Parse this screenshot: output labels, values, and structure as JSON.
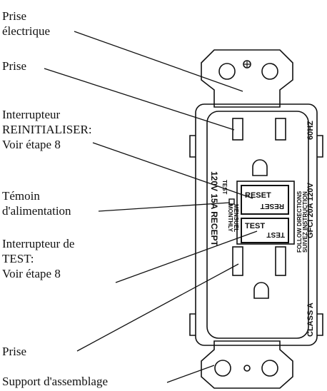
{
  "labels": {
    "receptacle_l1": "Prise",
    "receptacle_l2": "électrique",
    "outlet_top": "Prise",
    "reset_switch_l1": "Interrupteur",
    "reset_switch_l2": "REINITIALISER:",
    "reset_switch_l3": "Voir étape 8",
    "power_light_l1": "Témoin",
    "power_light_l2": "d'alimentation",
    "test_switch_l1": "Interrupteur de",
    "test_switch_l2": "TEST:",
    "test_switch_l3": "Voir étape 8",
    "outlet_bottom": "Prise",
    "mounting_bracket": "Support d'assemblage"
  },
  "device_text": {
    "left_vertical": "120V 15A RECEPT",
    "test_small": "TEST",
    "monthly": "MONTHLY",
    "mensuel": "MENSUEL",
    "reset": "RESET",
    "test": "TEST",
    "follow_directions": "FOLLOW DIRECTIONS",
    "suivez_instruction": "SUIVEZ INSTRUCTION",
    "gfci_rating": "GFCI 20A 120V",
    "hz": "60HZ",
    "class": "CLASS A"
  },
  "colors": {
    "ink": "#111111",
    "paper": "#ffffff",
    "device_face": "#ffffff"
  }
}
